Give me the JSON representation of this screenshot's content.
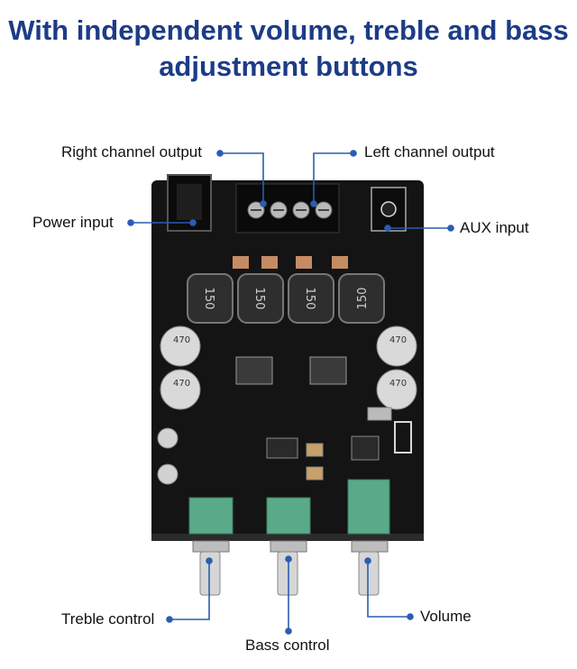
{
  "title": {
    "line1": "With independent volume, treble and bass",
    "line2": "adjustment buttons"
  },
  "labels": {
    "right_channel_output": "Right channel output",
    "left_channel_output": "Left channel output",
    "power_input": "Power input",
    "aux_input": "AUX input",
    "treble_control": "Treble control",
    "bass_control": "Bass control",
    "volume": "Volume"
  },
  "components": {
    "inductor_marking": "150",
    "capacitor_marking": "470"
  },
  "colors": {
    "title": "#1d3c87",
    "pointer": "#2a5db0",
    "board": "#141414",
    "potentiometer": "#5aaa8a"
  }
}
